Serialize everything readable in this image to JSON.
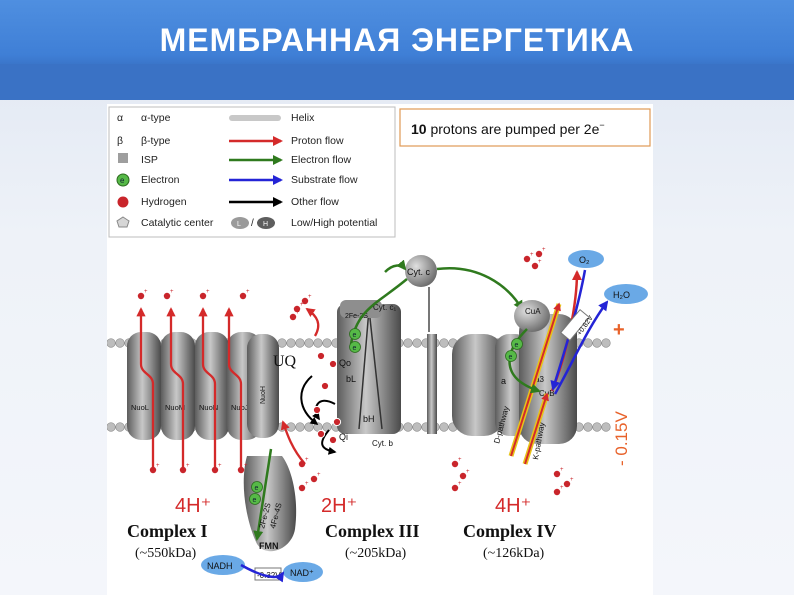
{
  "page": {
    "title": "МЕМБРАННАЯ ЭНЕРГЕТИКА"
  },
  "legend": {
    "items": [
      {
        "symbol": "α",
        "label": "α-type"
      },
      {
        "symbol": "β",
        "label": "β-type"
      },
      {
        "label": "ISP"
      },
      {
        "symbol": "e",
        "label": "Electron"
      },
      {
        "label": "Hydrogen"
      },
      {
        "label": "Catalytic center"
      },
      {
        "label": "Helix"
      },
      {
        "label": "Proton flow"
      },
      {
        "label": "Electron flow"
      },
      {
        "label": "Substrate flow"
      },
      {
        "label": "Other flow"
      },
      {
        "label": "Low/High potential"
      }
    ],
    "lh_symbols": [
      "L",
      "H"
    ],
    "note_bold": "10",
    "note_rest": " protons are pumped per 2e",
    "note_sup": "−"
  },
  "complexes": [
    {
      "protons": "4H⁺",
      "name": "Complex I",
      "mass": "(~550kDa)"
    },
    {
      "protons": "2H⁺",
      "name": "Complex III",
      "mass": "(~205kDa)"
    },
    {
      "protons": "4H⁺",
      "name": "Complex IV",
      "mass": "(~126kDa)"
    }
  ],
  "labels": {
    "nuo": [
      "NuoL",
      "NuoM",
      "NuoN",
      "NuoJ"
    ],
    "uq": "UQ",
    "cytc": "Cyt. c",
    "cytc1": "Cyt. c₁",
    "cytb": "Cyt. b",
    "bl": "bL",
    "bh": "bH",
    "qo": "Qo",
    "qi": "Qi",
    "fes": "2Fe-2S",
    "cua": "CuA",
    "a": "a",
    "a3": "a3",
    "cub": "CuB",
    "dpath": "D-pathway",
    "kpath": "K-pathway",
    "o2": "O₂",
    "h2o": "H₂O",
    "v082": "+0.82V",
    "vm032": "-0.32V",
    "nadh": "NADH",
    "nad": "NAD⁺",
    "fmn": "FMN",
    "membrane_potential": "- 0.15V",
    "plus": "+",
    "hplus": "+",
    "e": "e"
  },
  "colors": {
    "banner": "#3f7fd6",
    "proton_flow": "#d42a2a",
    "electron_flow": "#2f7a1e",
    "substrate_flow": "#2424d6",
    "other_flow": "#000000",
    "hydrogen": "#c9252b",
    "electron": "#56b947",
    "potential": "#e8622a",
    "nad": "#6aa9e6"
  }
}
